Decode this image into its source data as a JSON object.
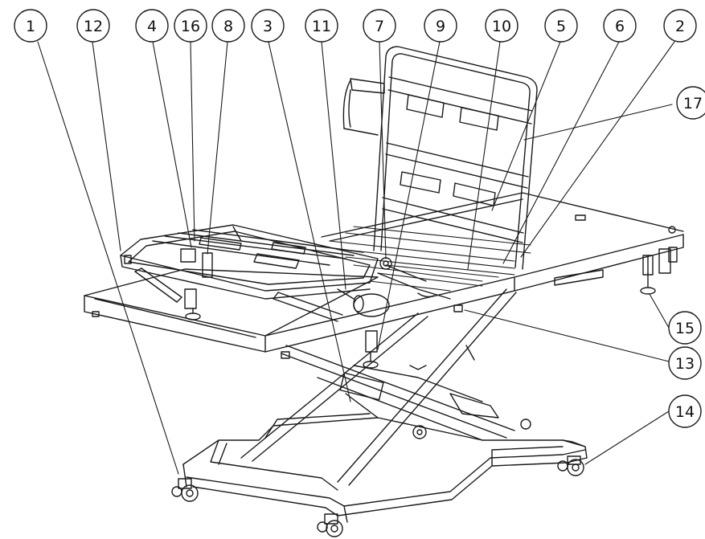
{
  "diagram": {
    "callouts": [
      {
        "label": "1"
      },
      {
        "label": "12"
      },
      {
        "label": "4"
      },
      {
        "label": "16"
      },
      {
        "label": "8"
      },
      {
        "label": "3"
      },
      {
        "label": "11"
      },
      {
        "label": "7"
      },
      {
        "label": "9"
      },
      {
        "label": "10"
      },
      {
        "label": "5"
      },
      {
        "label": "6"
      },
      {
        "label": "2"
      },
      {
        "label": "17"
      },
      {
        "label": "15"
      },
      {
        "label": "13"
      },
      {
        "label": "14"
      }
    ]
  },
  "colors": {
    "line": "#1a1a1a",
    "background": "#ffffff"
  }
}
